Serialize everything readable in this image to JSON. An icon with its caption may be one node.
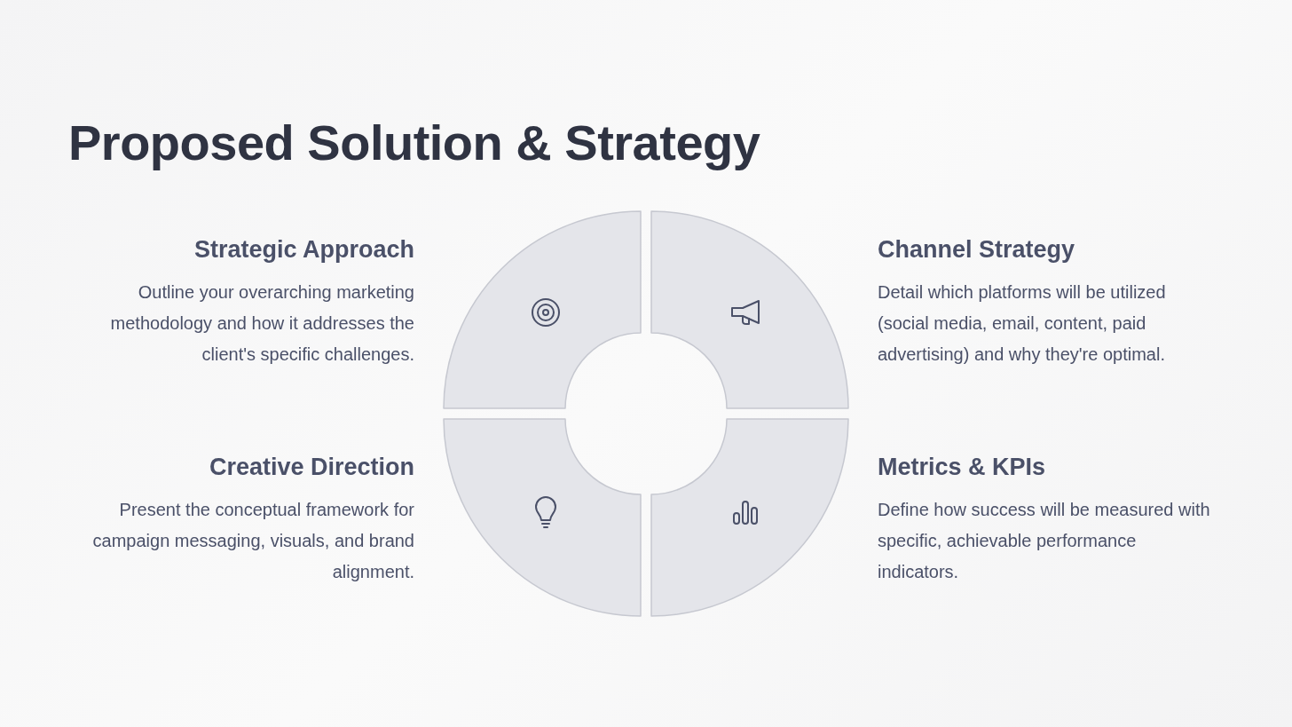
{
  "diagram": {
    "title": "Proposed Solution & Strategy",
    "nodes": [
      {
        "text": [],
        "shape": "sector",
        "beside": [
          "Strategic Approach",
          "Outline your overarching marketing methodology and how it addresses the client's specific challenges."
        ]
      },
      {
        "text": [],
        "shape": "sector",
        "beside": [
          "Channel Strategy",
          "Detail which platforms will be utilized (social media, email, content, paid advertising) and why they're optimal."
        ]
      },
      {
        "text": [],
        "shape": "sector",
        "beside": [
          "Creative Direction",
          "Present the conceptual framework for campaign messaging, visuals, and brand alignment."
        ]
      },
      {
        "text": [],
        "shape": "sector",
        "beside": [
          "Metrics & KPIs",
          "Define how success will be measured with specific, achievable performance indicators."
        ]
      }
    ],
    "edges": []
  }
}
